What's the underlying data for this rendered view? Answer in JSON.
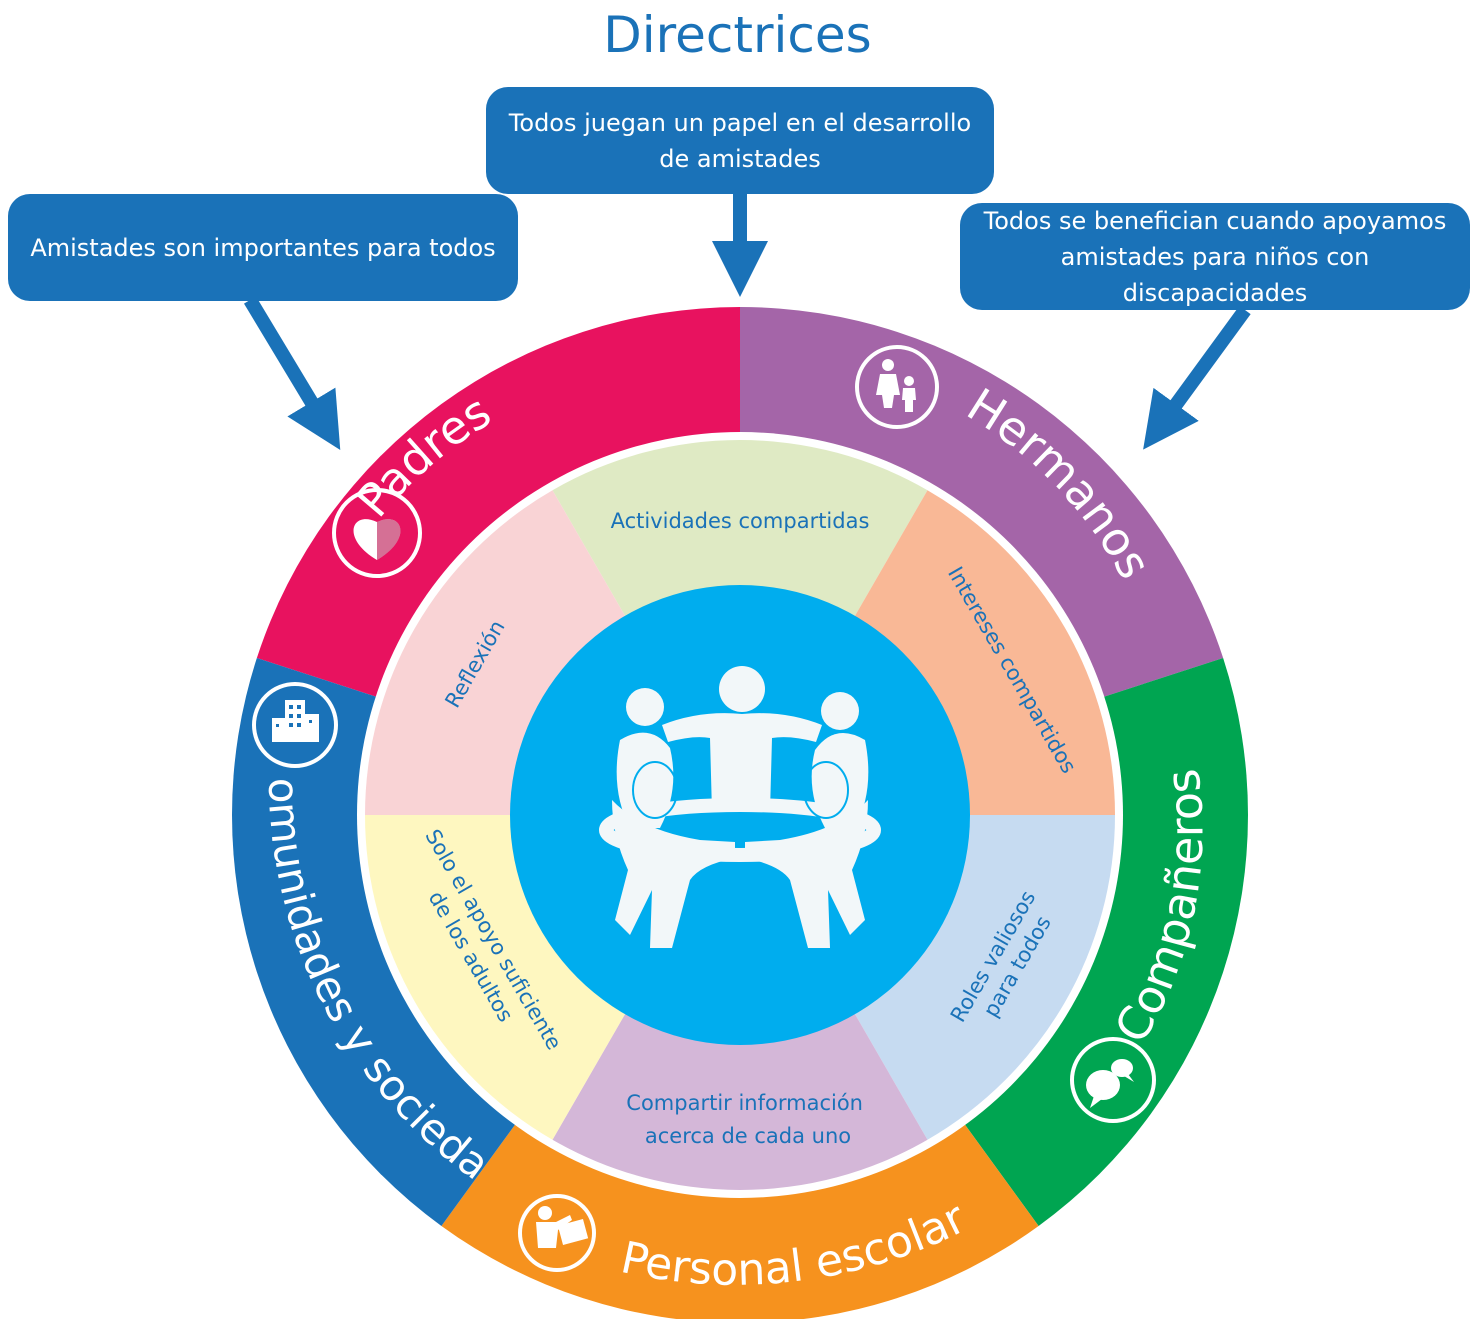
{
  "title": "Directrices",
  "callouts": {
    "center": "Todos juegan un papel en el desarrollo de amistades",
    "left": "Amistades son importantes para todos",
    "right": "Todos se benefician cuando apoyamos amistades para niños con discapacidades"
  },
  "outer_ring": [
    {
      "label": "Padres",
      "color": "#e8125f",
      "icon": "heart-icon"
    },
    {
      "label": "Hermanos",
      "color": "#a465a8",
      "icon": "siblings-icon"
    },
    {
      "label": "Compañeros",
      "color": "#00a551",
      "icon": "speech-bubbles-icon"
    },
    {
      "label": "Personal escolar",
      "color": "#f6921e",
      "icon": "teacher-icon"
    },
    {
      "label": "Comunidades y sociedad",
      "color": "#1a72b8",
      "icon": "buildings-icon"
    }
  ],
  "inner_ring": [
    {
      "label": "Actividades compartidas",
      "color": "#dfeac4"
    },
    {
      "label": "Intereses compartidos",
      "color": "#f9b896"
    },
    {
      "label": "Roles valiosos para todos",
      "color": "#c6dbf1"
    },
    {
      "label": "Compartir información acerca de cada uno",
      "color": "#d4b7d8"
    },
    {
      "label": "Solo el apoyo suficiente de los adultos",
      "color": "#fef7c0"
    },
    {
      "label": "Reflexión",
      "color": "#f9d3d5"
    }
  ],
  "center": {
    "icon": "people-circle-icon",
    "color": "#00adee"
  }
}
